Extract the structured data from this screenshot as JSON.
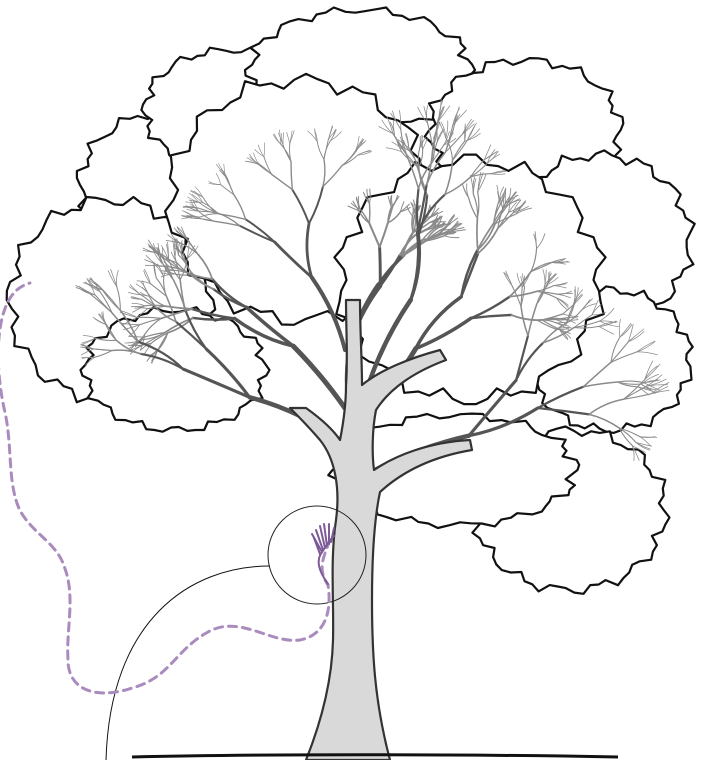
{
  "figure": {
    "background_color": "#ffffff",
    "colors": {
      "outline": "#111111",
      "trunk_fill": "#d9d9d9",
      "trunk_stroke": "#333333",
      "branch_stroke": "#555555",
      "twig_stroke": "#8a8a8a",
      "highlight": "#a98bbd",
      "highlight_dark": "#7d5a98"
    },
    "elements": [
      "tree-crown-outline",
      "tree-trunk",
      "branch-network",
      "dashed-path",
      "focus-circle",
      "callout-arc",
      "ground-line"
    ]
  }
}
